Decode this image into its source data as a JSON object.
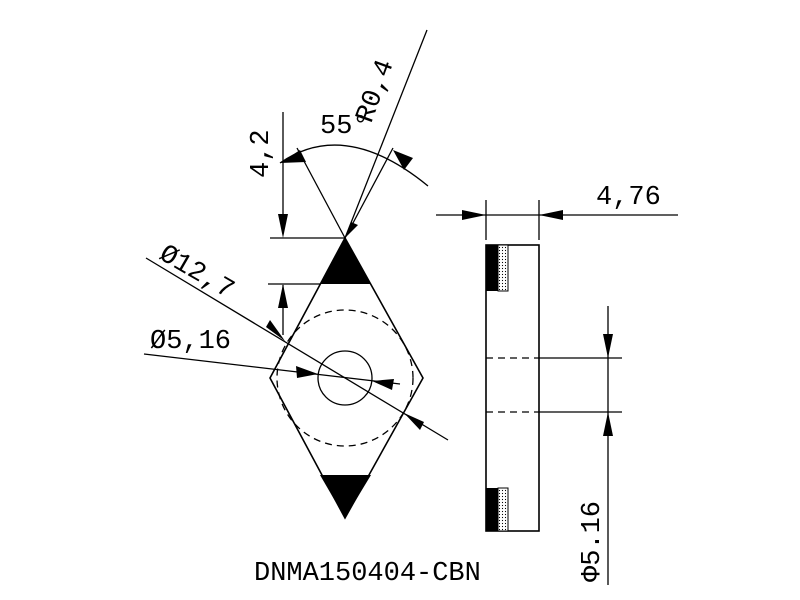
{
  "title": "DNMA150404-CBN",
  "dimensions": {
    "angle": "55°",
    "corner_radius": "R0,4",
    "tip_height": "4,2",
    "inscribed_circle": "Ø12,7",
    "hole_diameter": "Ø5,16",
    "thickness": "4,76",
    "hole_diameter_side": "Φ5.16"
  },
  "colors": {
    "line": "#000000",
    "background": "#ffffff",
    "cbn_tip": "#000000"
  }
}
